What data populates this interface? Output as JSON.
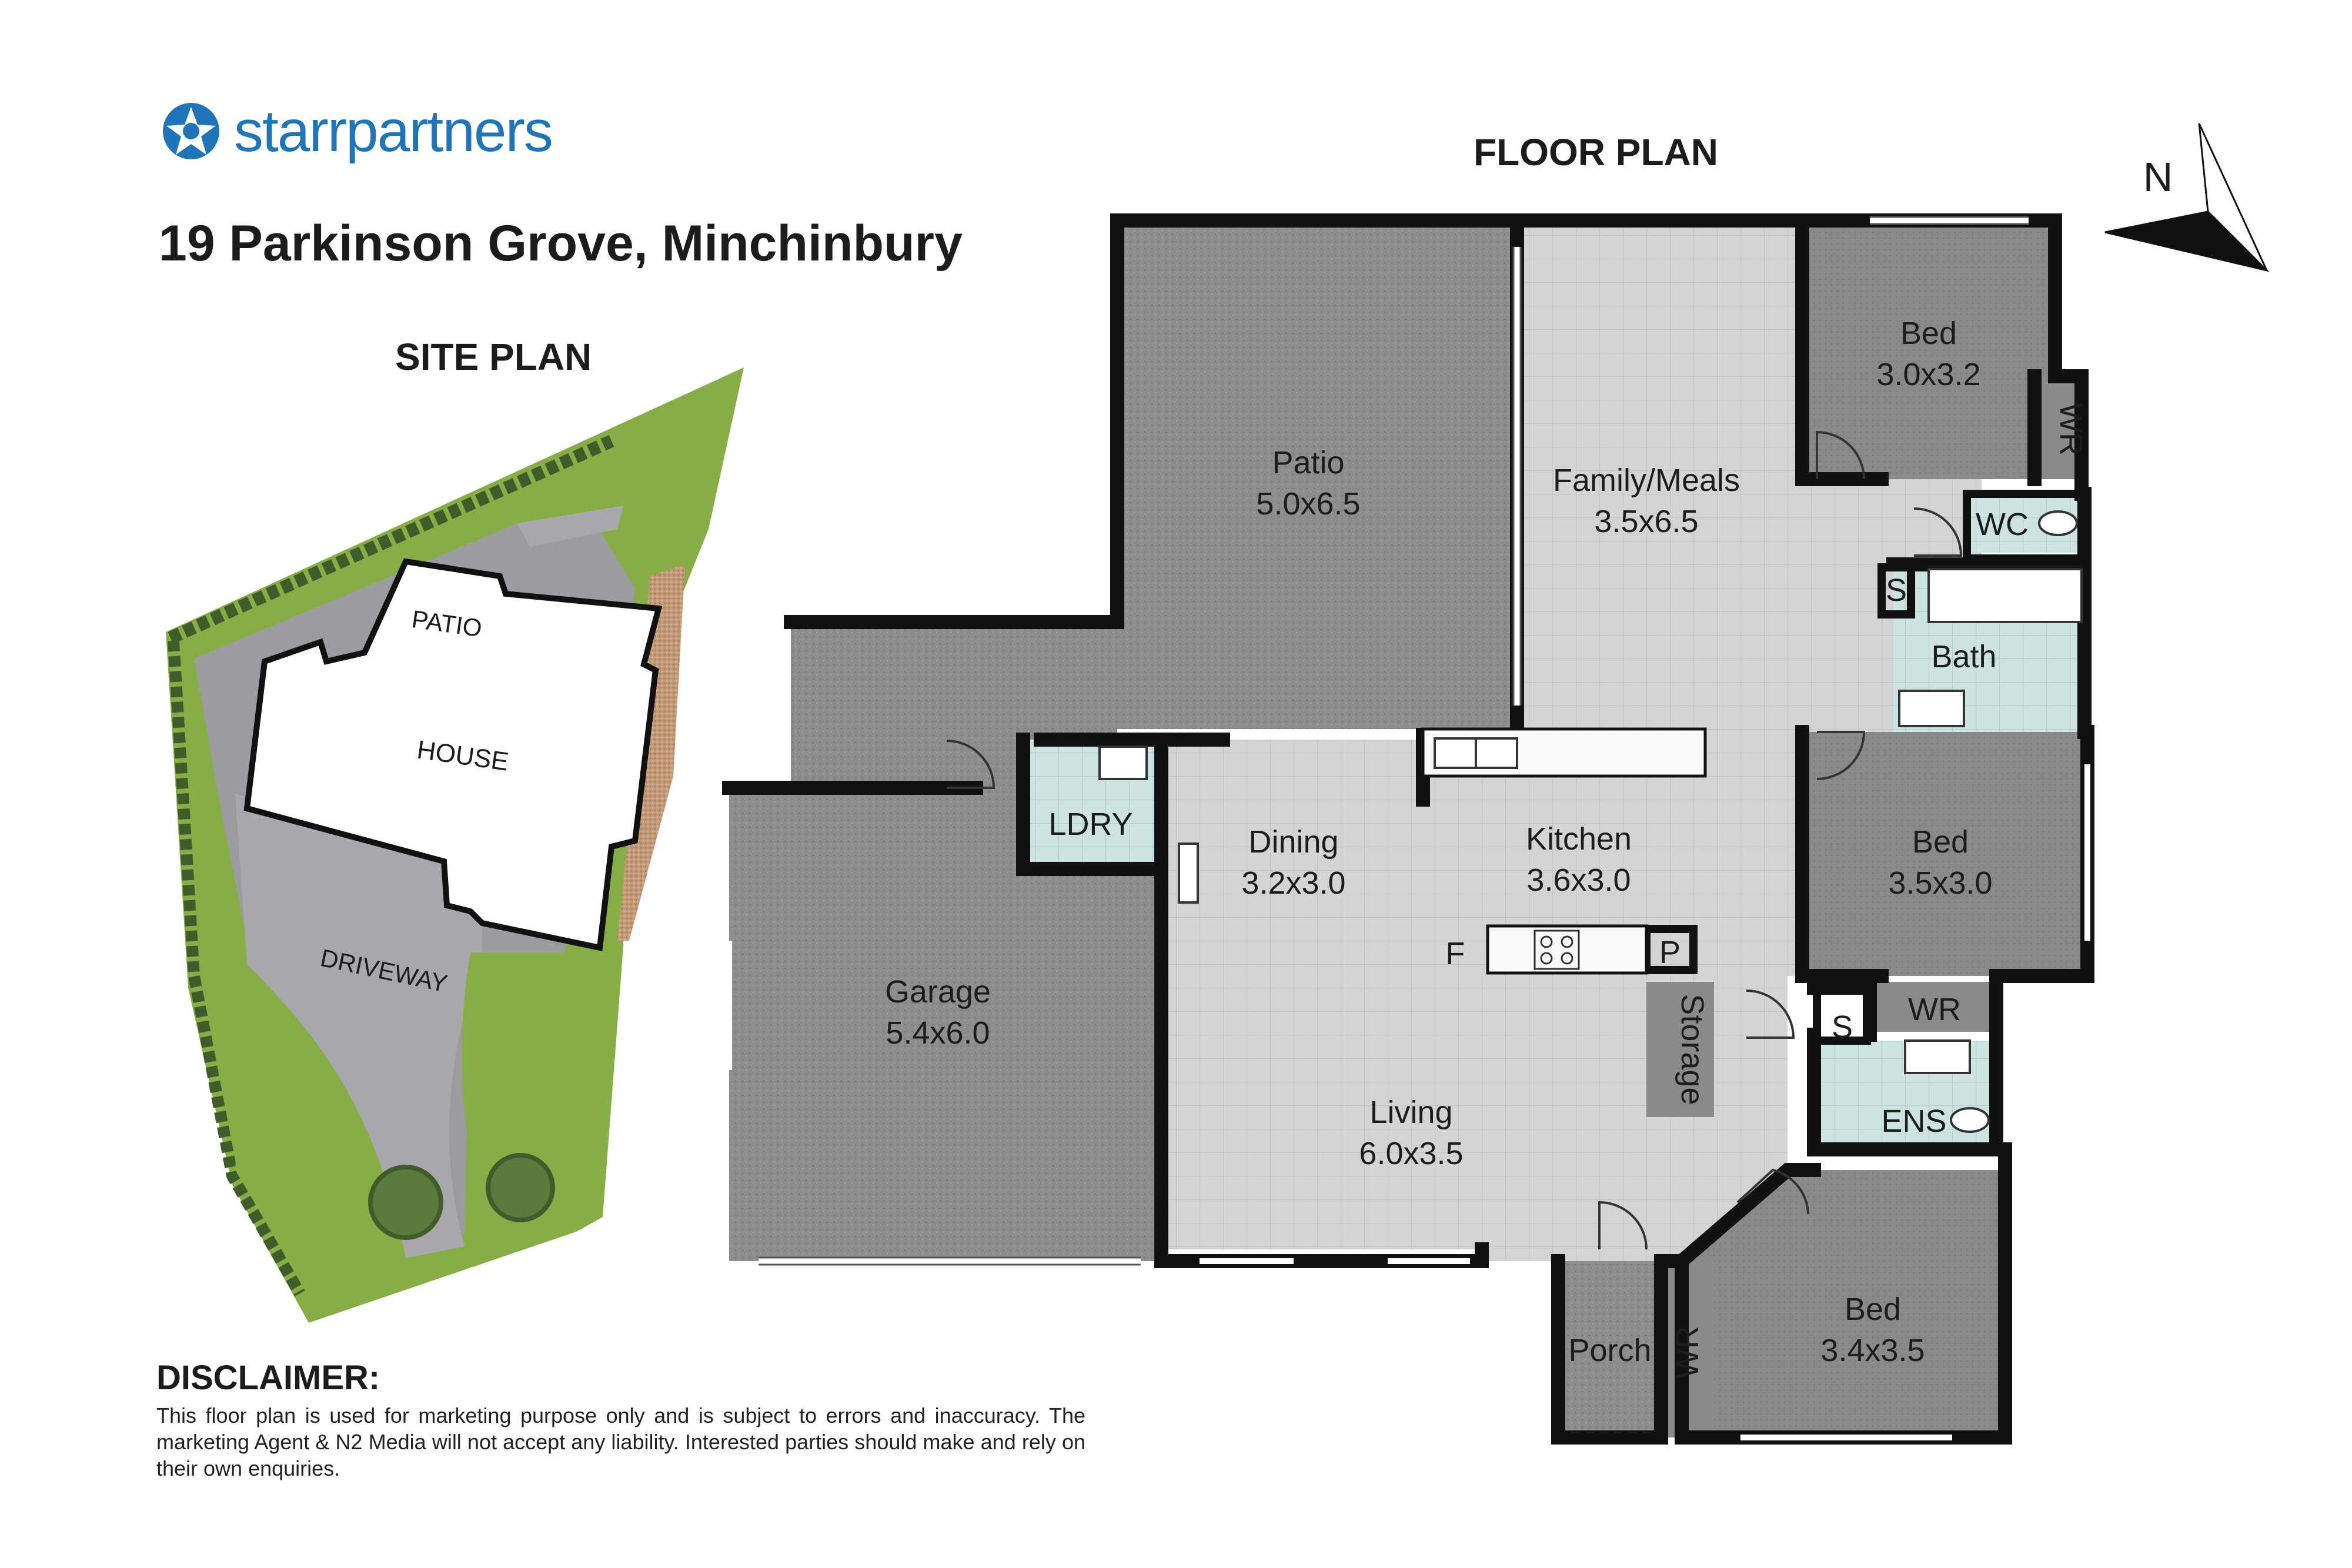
{
  "brand": {
    "name_part1": "starr",
    "name_part2": "partners",
    "icon": "star-logo-icon"
  },
  "address": "19 Parkinson Grove, Minchinbury",
  "site_plan": {
    "heading": "SITE PLAN",
    "labels": {
      "patio": "PATIO",
      "house": "HOUSE",
      "driveway": "DRIVEWAY"
    }
  },
  "floor_plan": {
    "heading": "FLOOR PLAN",
    "compass_label": "N",
    "rooms": {
      "patio": {
        "name": "Patio",
        "size": "5.0x6.5"
      },
      "family": {
        "name": "Family/Meals",
        "size": "3.5x6.5"
      },
      "bed1": {
        "name": "Bed",
        "size": "3.0x3.2"
      },
      "bed2": {
        "name": "Bed",
        "size": "3.5x3.0"
      },
      "bed3": {
        "name": "Bed",
        "size": "3.4x3.5"
      },
      "garage": {
        "name": "Garage",
        "size": "5.4x6.0"
      },
      "dining": {
        "name": "Dining",
        "size": "3.2x3.0"
      },
      "kitchen": {
        "name": "Kitchen",
        "size": "3.6x3.0"
      },
      "living": {
        "name": "Living",
        "size": "6.0x3.5"
      }
    },
    "small_labels": {
      "ldry": "LDRY",
      "wc": "WC",
      "bath": "Bath",
      "ens": "ENS",
      "wr1": "WR",
      "wr2": "WR",
      "wr3": "WR",
      "s1": "S",
      "s2": "S",
      "f": "F",
      "p": "P",
      "storage": "Storage",
      "porch": "Porch"
    }
  },
  "disclaimer": {
    "title": "DISCLAIMER:",
    "text": "This floor plan is used for marketing purpose only and is subject to errors and inaccuracy. The marketing Agent & N2 Media will not accept any liability. Interested parties should make and rely on their own enquiries."
  },
  "colors": {
    "brand_blue": "#1f75b8",
    "wall": "#111111",
    "tile": "#d4d4d6",
    "outdoor": "#8d8d8d",
    "bedroom": "#8a8a8a",
    "wet_area": "#cde3e0",
    "grass": "#86ad46"
  }
}
